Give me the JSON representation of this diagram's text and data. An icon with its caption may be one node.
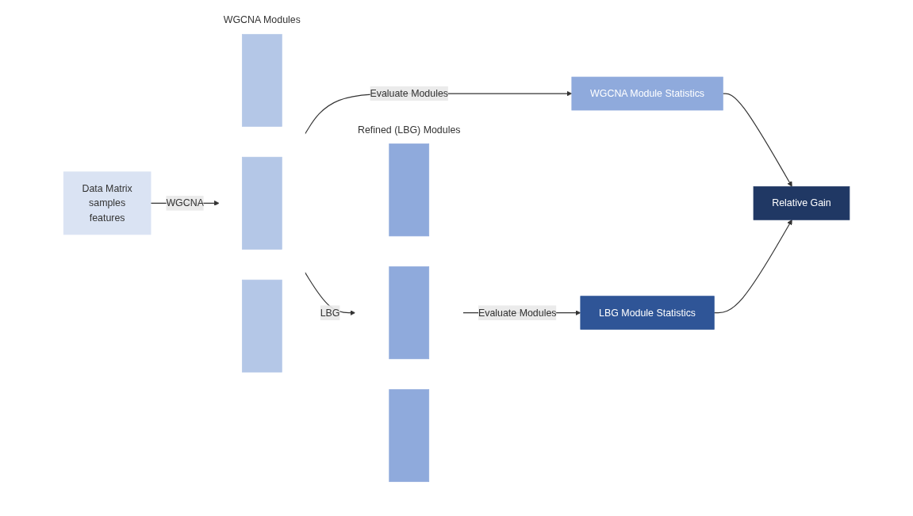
{
  "diagram": {
    "nodes": [
      {
        "text": [
          "Data Matrix",
          "samples",
          "features"
        ]
      },
      {
        "text": [
          "WGCNA Modules"
        ]
      },
      {
        "text": [],
        "shape": "bar",
        "in": 1
      },
      {
        "text": [],
        "shape": "bar",
        "in": 1
      },
      {
        "text": [],
        "shape": "bar",
        "in": 1
      },
      {
        "text": [
          "Refined (LBG) Modules"
        ]
      },
      {
        "text": [],
        "shape": "bar",
        "in": 5
      },
      {
        "text": [],
        "shape": "bar",
        "in": 5
      },
      {
        "text": [],
        "shape": "bar",
        "in": 5
      },
      {
        "text": [
          "WGCNA Module Statistics"
        ]
      },
      {
        "text": [
          "LBG Module Statistics"
        ]
      },
      {
        "text": [
          "Relative Gain"
        ]
      }
    ],
    "edges": [
      {
        "from": 0,
        "to": 1,
        "arrow": "to",
        "label": "WGCNA"
      },
      {
        "from": 1,
        "to": 5,
        "arrow": "to",
        "label": "LBG"
      },
      {
        "from": 1,
        "to": 9,
        "arrow": "to",
        "label": "Evaluate Modules"
      },
      {
        "from": 5,
        "to": 10,
        "arrow": "to",
        "label": "Evaluate Modules"
      },
      {
        "from": 9,
        "to": 11,
        "arrow": "to"
      },
      {
        "from": 10,
        "to": 11,
        "arrow": "to"
      }
    ]
  }
}
